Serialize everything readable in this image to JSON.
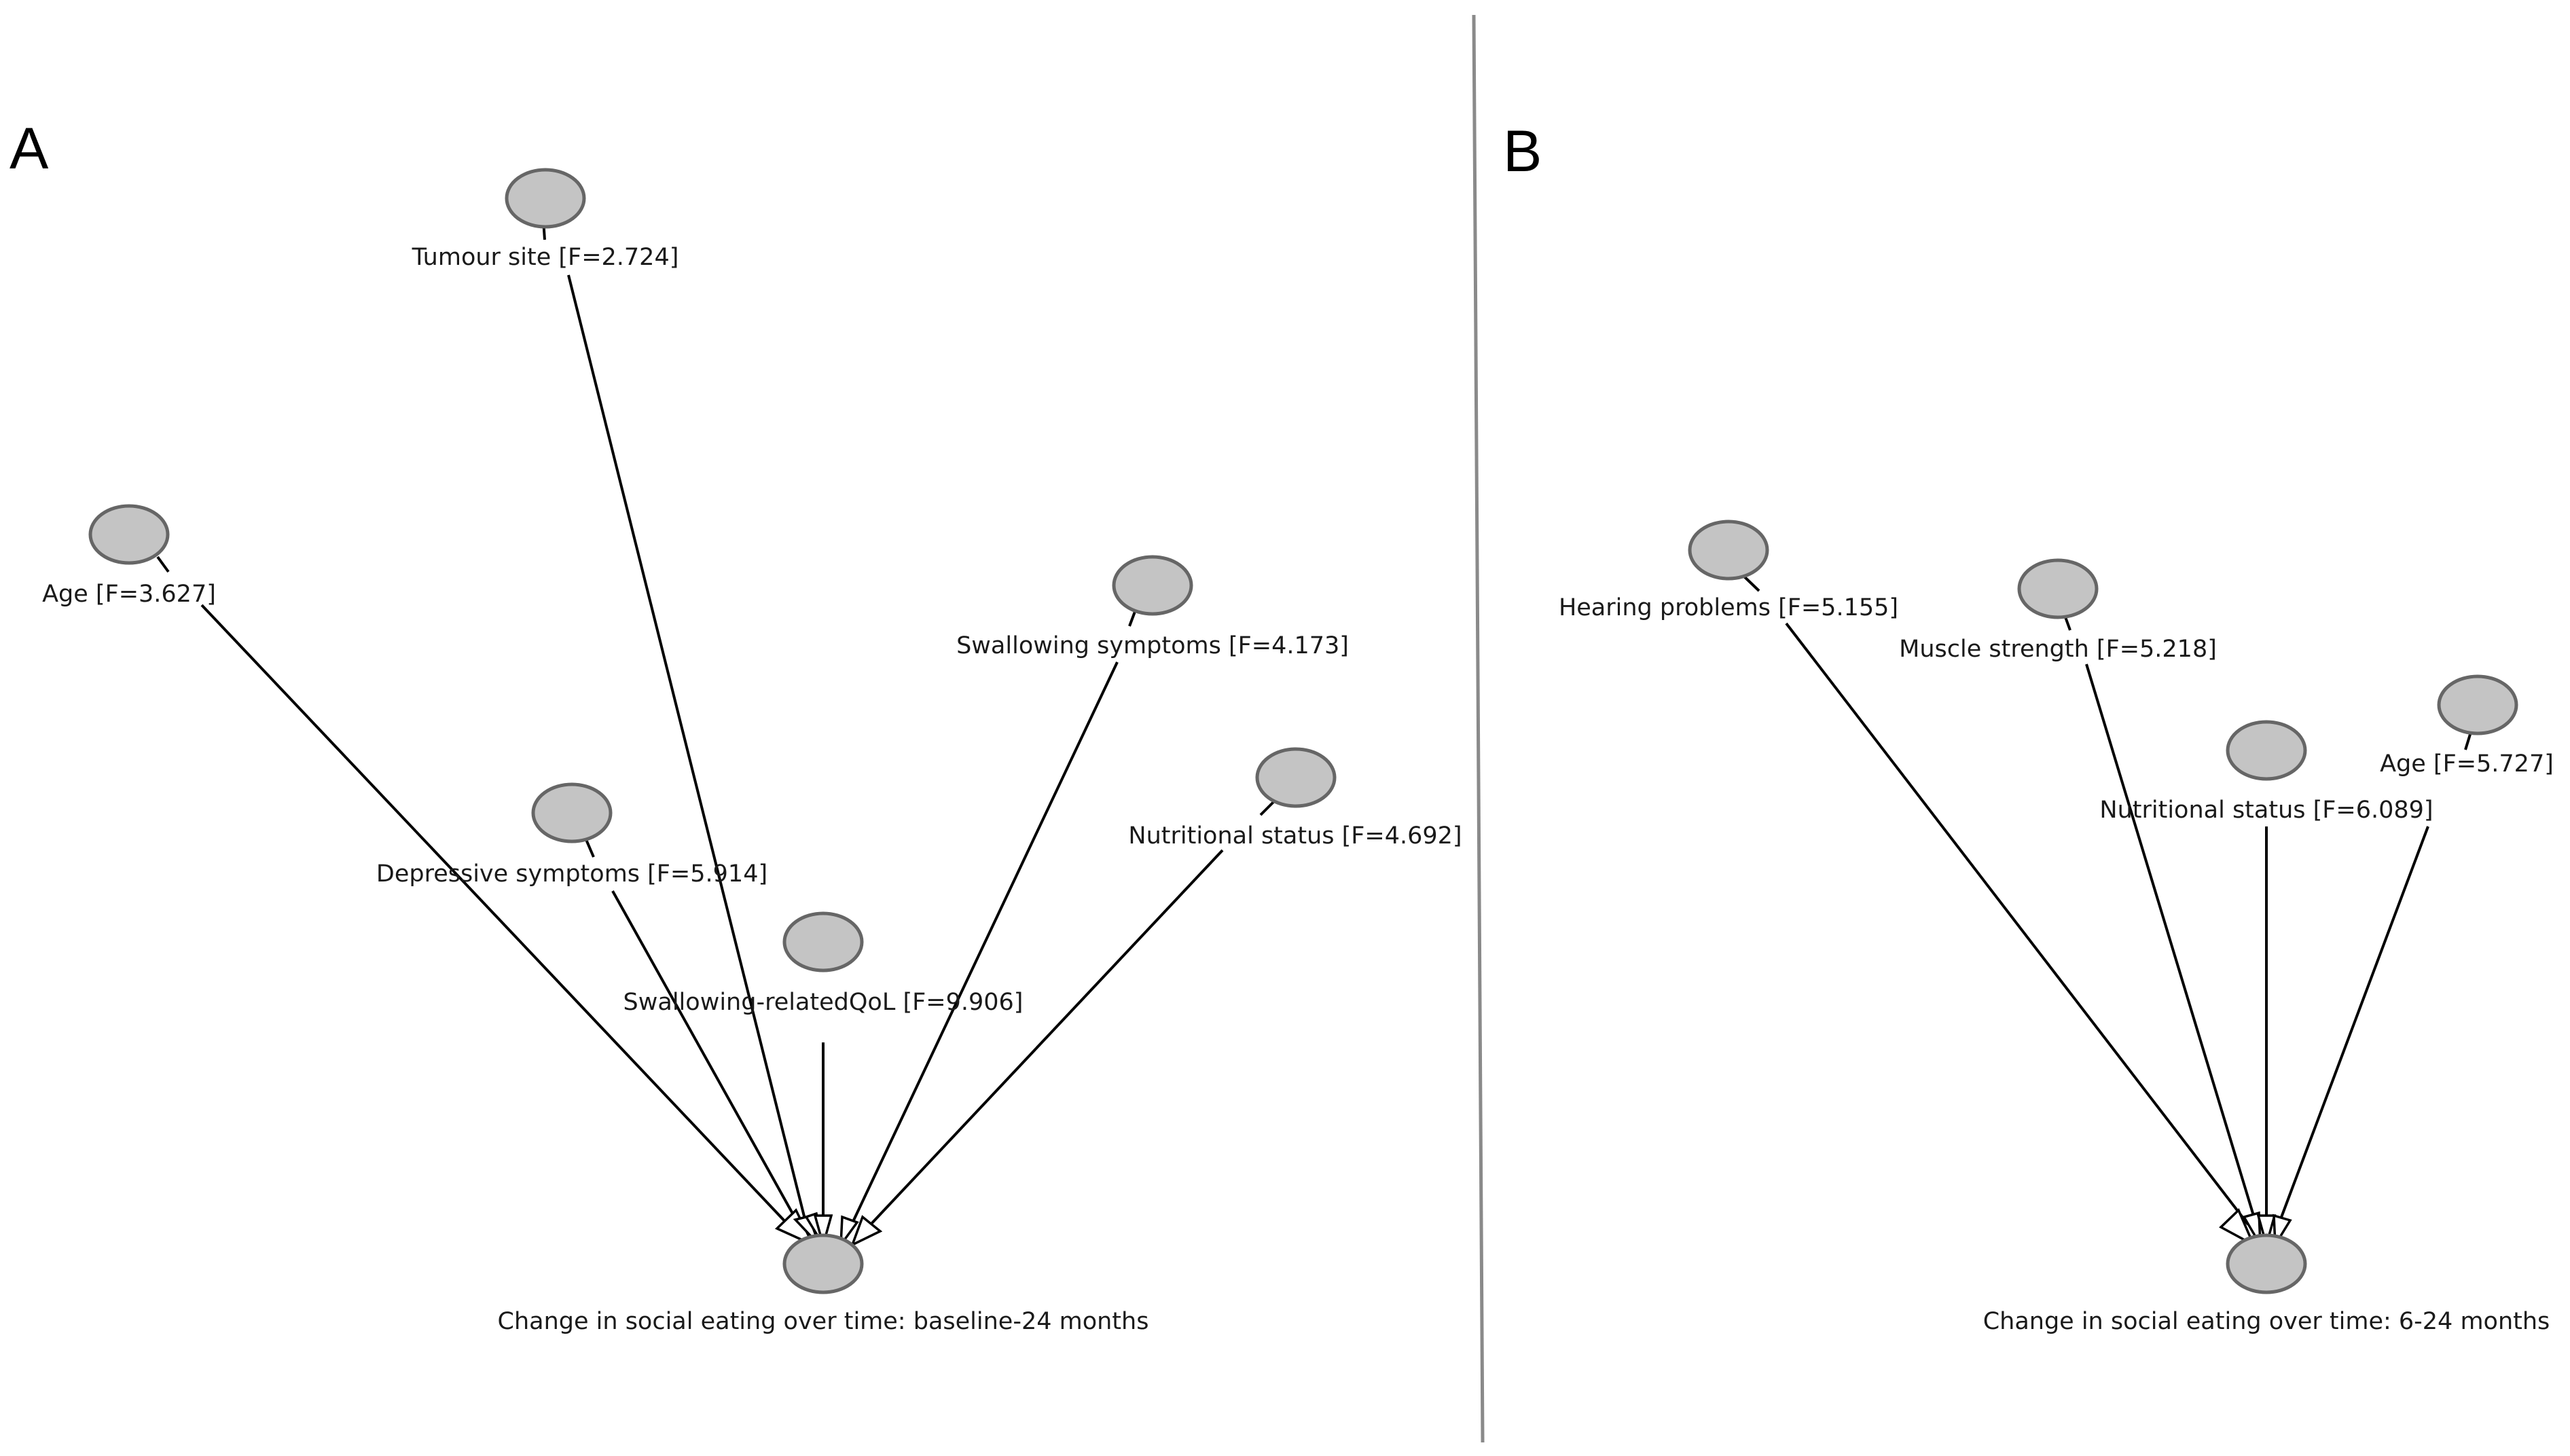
{
  "colors": {
    "node_fill": "#c4c4c4",
    "node_stroke": "#666666",
    "edge": "#000000",
    "divider": "#8a8a8a",
    "background": "#ffffff"
  },
  "panels": [
    {
      "letter": "A",
      "outcome": "Change in social eating over time: baseline-24 months",
      "predictors": [
        {
          "id": "a-tumour-site",
          "label": "Tumour site [F=2.724]"
        },
        {
          "id": "a-age",
          "label": "Age [F=3.627]"
        },
        {
          "id": "a-swallowing-symptoms",
          "label": "Swallowing symptoms [F=4.173]"
        },
        {
          "id": "a-nutritional-status",
          "label": "Nutritional status [F=4.692]"
        },
        {
          "id": "a-depressive-symptoms",
          "label": "Depressive symptoms [F=5.914]"
        },
        {
          "id": "a-swallowing-qol",
          "label": "Swallowing-relatedQoL [F=9.906]"
        }
      ]
    },
    {
      "letter": "B",
      "outcome": "Change in social eating over time: 6-24 months",
      "predictors": [
        {
          "id": "b-hearing-problems",
          "label": "Hearing problems [F=5.155]"
        },
        {
          "id": "b-muscle-strength",
          "label": "Muscle strength [F=5.218]"
        },
        {
          "id": "b-nutritional-status",
          "label": "Nutritional status [F=6.089]"
        },
        {
          "id": "b-age",
          "label": "Age [F=5.727]"
        }
      ]
    }
  ]
}
